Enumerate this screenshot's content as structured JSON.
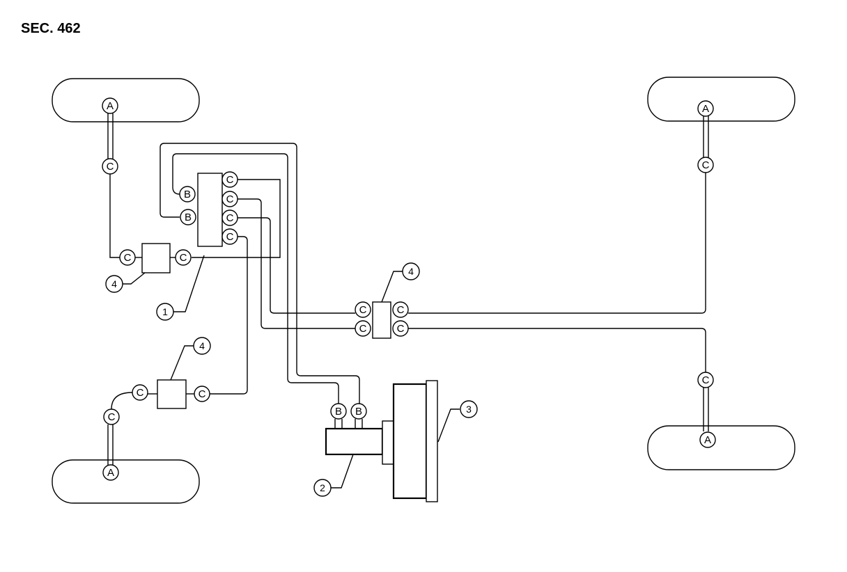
{
  "title": "SEC. 462",
  "labels": {
    "a": "A",
    "b": "B",
    "c": "C"
  },
  "callouts": [
    "1",
    "2",
    "3",
    "4"
  ]
}
